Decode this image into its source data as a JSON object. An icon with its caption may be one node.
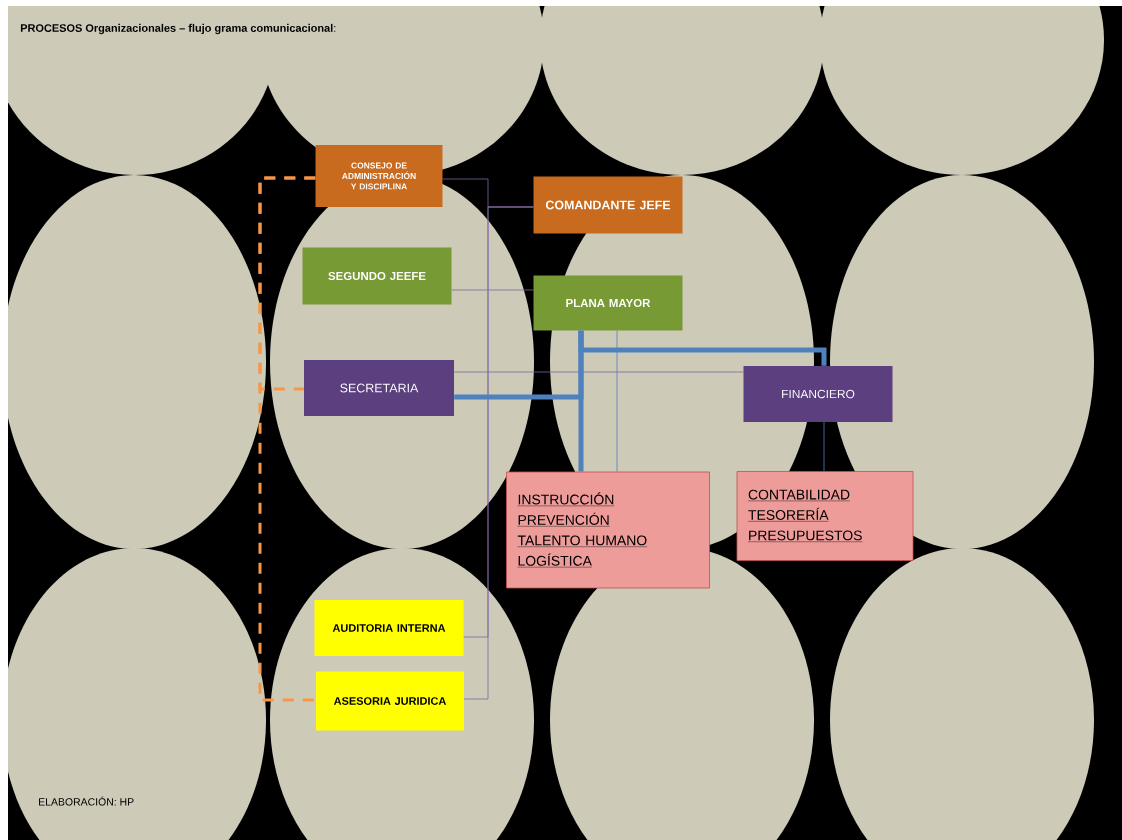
{
  "diagram": {
    "title": "**PROCESOS Organizacionales – flujo grama comunicacional**:",
    "nodes": [
      {
        "text": [
          "CONSEJO  DE ADMINISTRACIÓN Y  DISCIPLINA"
        ]
      },
      {
        "text": [
          "COMANDANTE JEFE"
        ]
      },
      {
        "text": [
          "SEGUNDO JEEFE"
        ]
      },
      {
        "text": [
          "PLANA MAYOR"
        ]
      },
      {
        "text": [
          "SECRETARIA"
        ]
      },
      {
        "text": [
          "FINANCIERO"
        ]
      },
      {
        "text": [
          "INSTRUCCIÓN",
          "PREVENCIÓN",
          "TALENTO HUMANO",
          "LOGÍSTICA"
        ]
      },
      {
        "text": [
          "CONTABILIDAD",
          "TESORERÍA",
          "PRESUPUESTOS"
        ]
      },
      {
        "text": [
          "AUDITORIA INTERNA"
        ]
      },
      {
        "text": [
          "ASESORIA JURIDICA"
        ]
      }
    ],
    "edges": [
      {
        "from": 1,
        "to": 0,
        "arrow": "none"
      },
      {
        "from": 1,
        "to": 8,
        "arrow": "none"
      },
      {
        "from": 1,
        "to": 9,
        "arrow": "none"
      },
      {
        "from": 2,
        "to": 3,
        "arrow": "none"
      },
      {
        "from": 4,
        "to": 5,
        "arrow": "none"
      },
      {
        "from": 3,
        "to": 6,
        "arrow": "none",
        "color": "#4f81bd"
      },
      {
        "from": 5,
        "to": 7,
        "arrow": "none",
        "color": "#4f81bd"
      },
      {
        "from": 3,
        "to": 6,
        "arrow": "none",
        "style": "thick",
        "color": "#4f81bd"
      },
      {
        "from": 3,
        "to": 5,
        "arrow": "none",
        "style": "thick",
        "color": "#4f81bd"
      },
      {
        "from": 3,
        "to": 4,
        "arrow": "none",
        "style": "thick",
        "color": "#4f81bd"
      },
      {
        "from": 0,
        "to": 4,
        "arrow": "none",
        "style": "dashed",
        "color": "#f79646"
      },
      {
        "from": 0,
        "to": 9,
        "arrow": "none",
        "style": "dashed",
        "color": "#f79646"
      }
    ],
    "labels": [
      "ELABORACIÓN: HP"
    ]
  }
}
